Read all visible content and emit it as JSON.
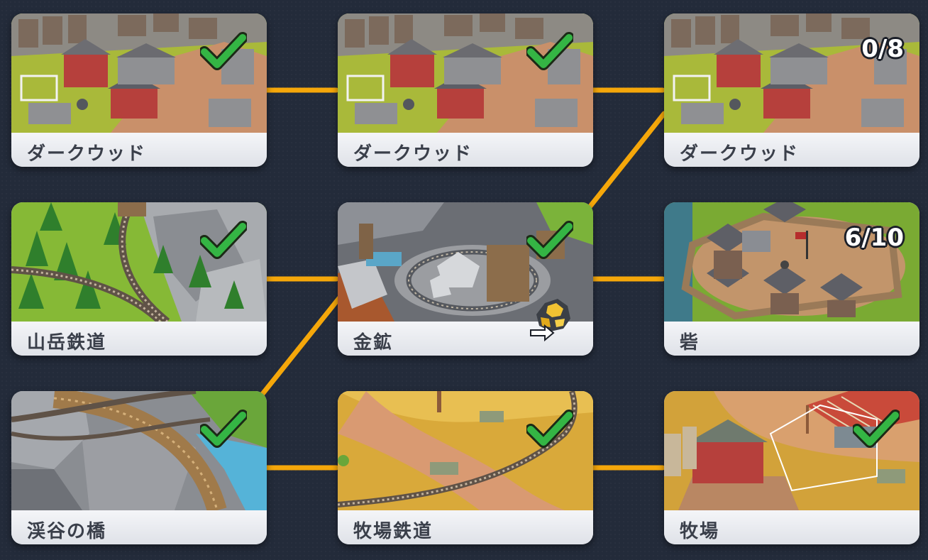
{
  "colors": {
    "connector": "#f5a70a",
    "check": "#2fae3d",
    "background": "#232b3a"
  },
  "nodes": [
    {
      "id": "darkwood-1",
      "label": "ダークウッド",
      "art": "town",
      "completed": true
    },
    {
      "id": "darkwood-2",
      "label": "ダークウッド",
      "art": "town",
      "completed": true
    },
    {
      "id": "darkwood-3",
      "label": "ダークウッド",
      "art": "town",
      "completed": false,
      "progress": "0/8"
    },
    {
      "id": "mountain-railway",
      "label": "山岳鉄道",
      "art": "forest",
      "completed": true
    },
    {
      "id": "gold-mine",
      "label": "金鉱",
      "art": "mine",
      "completed": true,
      "travel_icon": "gold-ore-travel-icon"
    },
    {
      "id": "fort",
      "label": "砦",
      "art": "fort",
      "completed": false,
      "progress": "6/10"
    },
    {
      "id": "gorge-bridge",
      "label": "渓谷の橋",
      "art": "bridge",
      "completed": true
    },
    {
      "id": "ranch-railway",
      "label": "牧場鉄道",
      "art": "desert",
      "completed": true
    },
    {
      "id": "ranch",
      "label": "牧場",
      "art": "farm",
      "completed": true
    }
  ]
}
